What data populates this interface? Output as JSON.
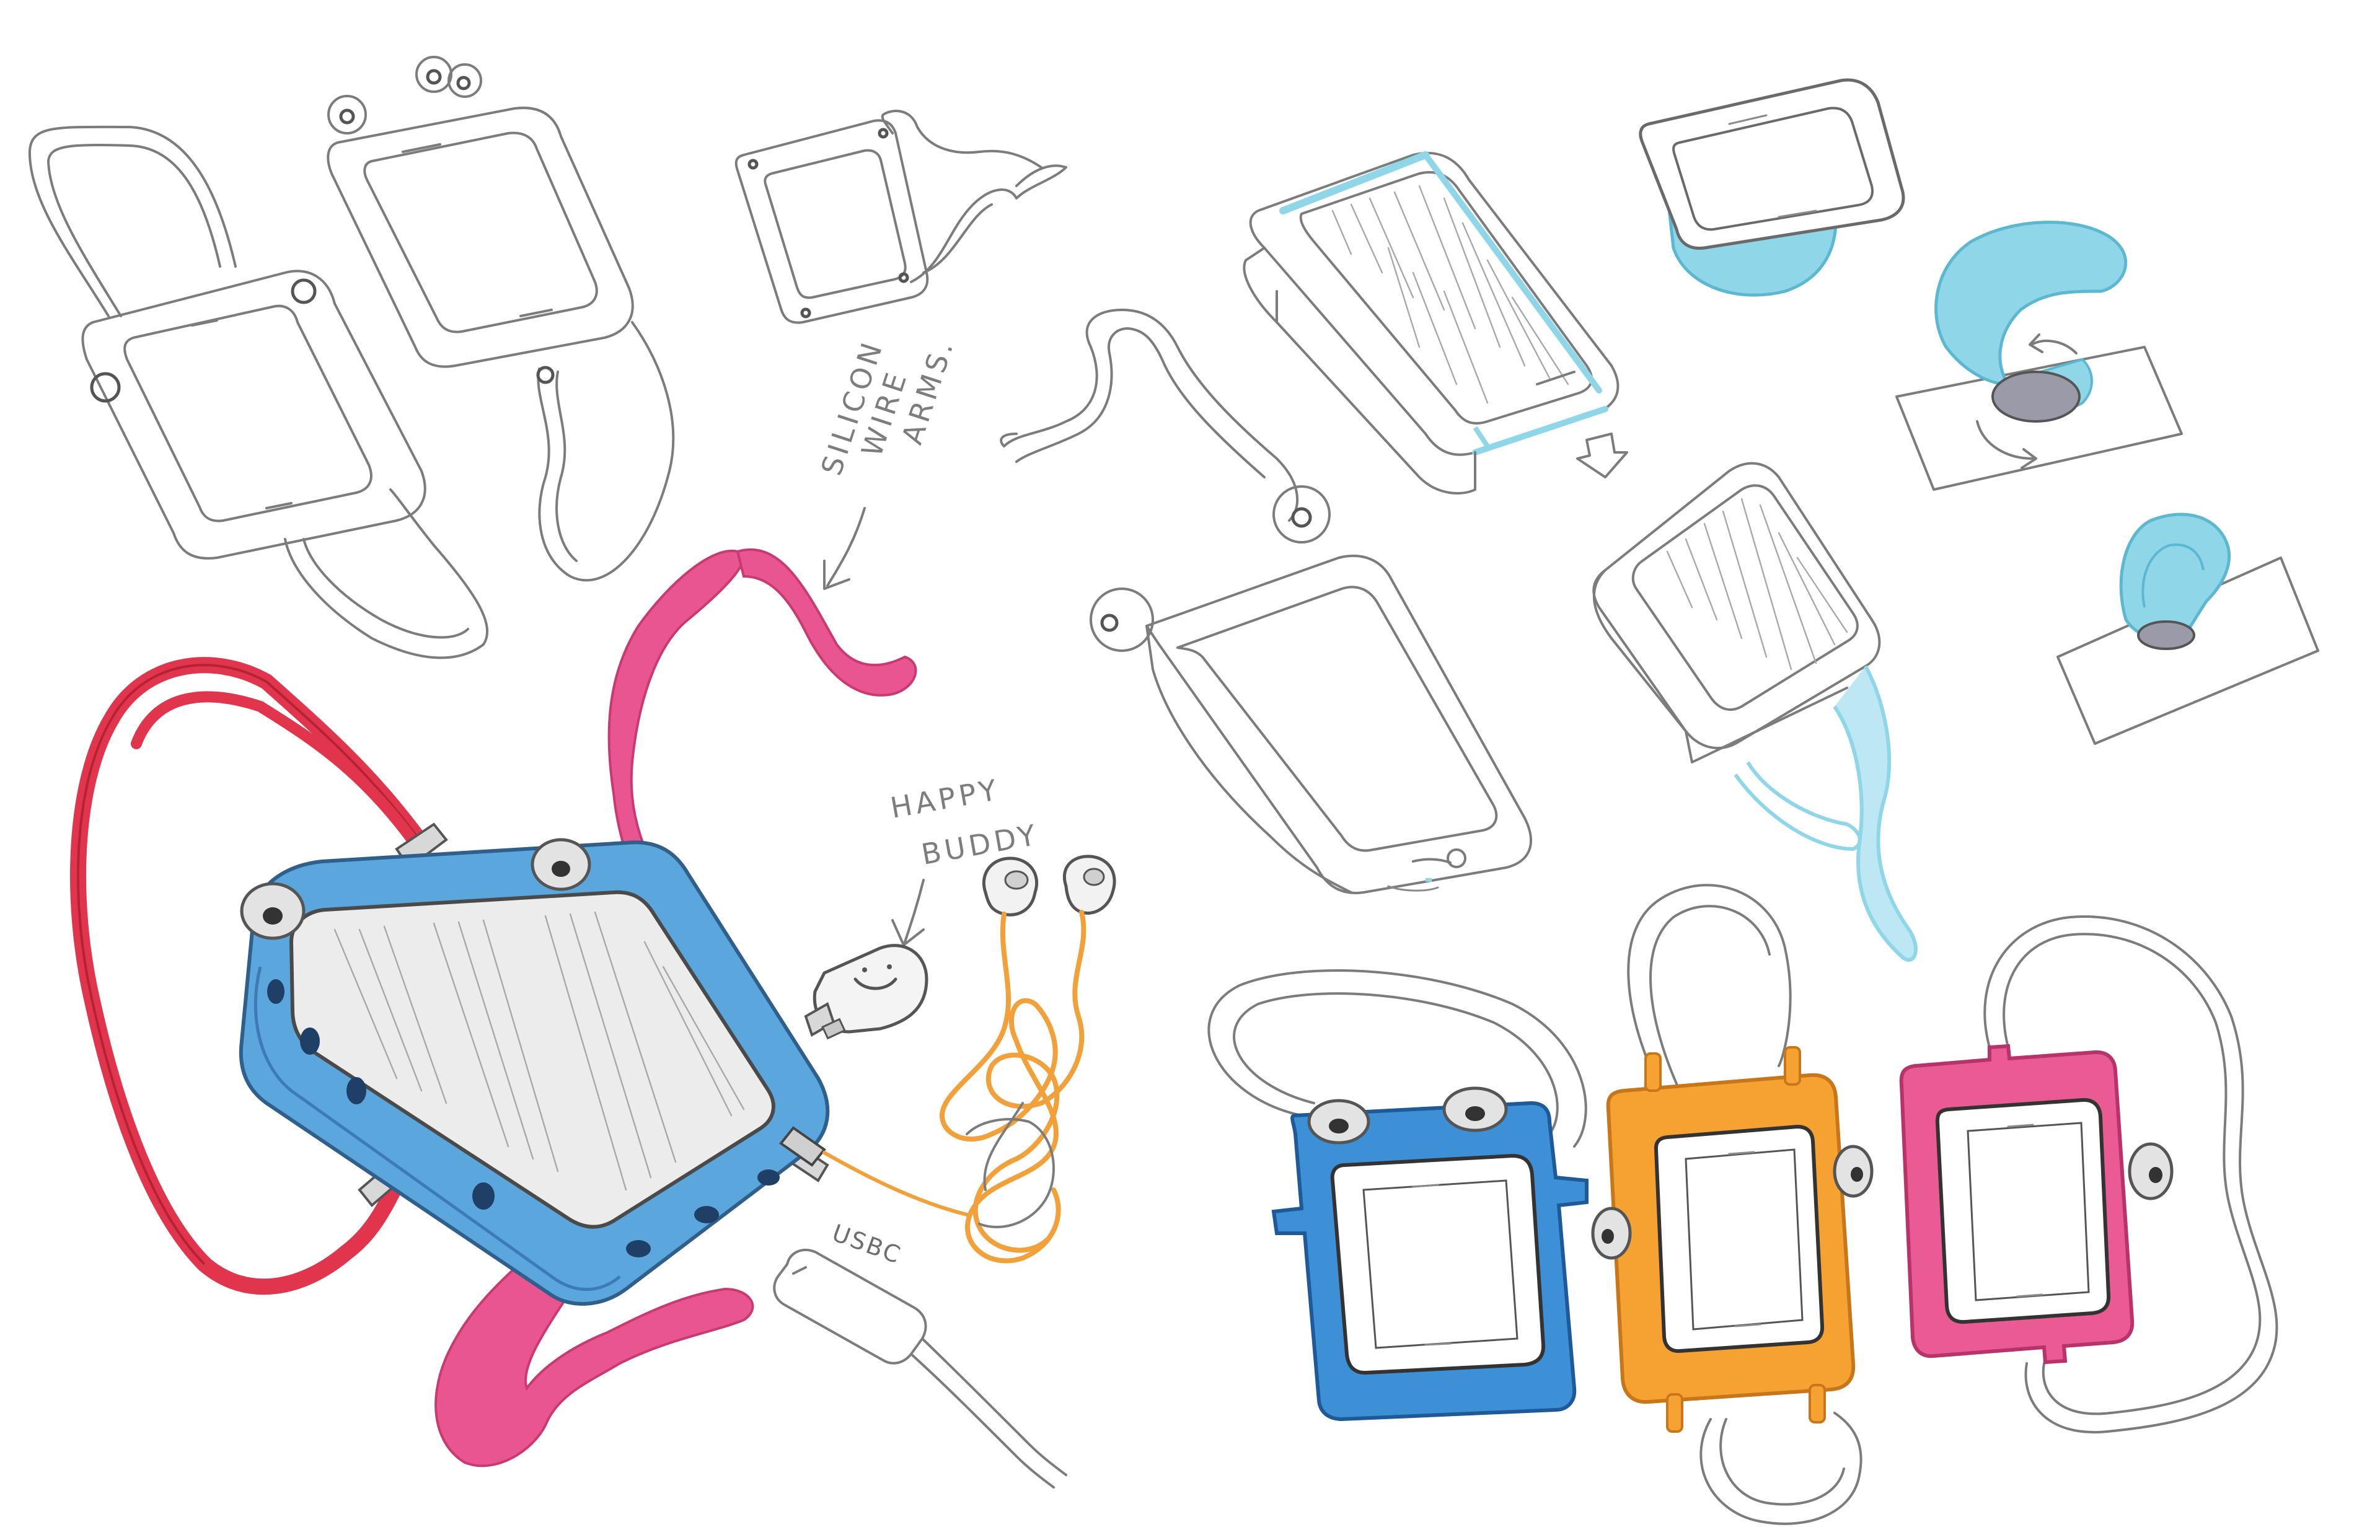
{
  "annotations": {
    "silicon_arms": [
      "SILICON",
      "WIRE",
      "ARMS."
    ],
    "happy_buddy": [
      "HAPPY",
      "BUDDY"
    ],
    "usbc": "USBC"
  },
  "colors": {
    "paper": "#ffffff",
    "pencil": "#7c7c7c",
    "blue_case": "#5ba6dc",
    "red_strap": "#e0354d",
    "pink_strap": "#e8558f",
    "orange_cord": "#f2a03a",
    "light_blue": "#8ed6e8",
    "pink_case": "#ea5a93",
    "orange_case": "#f5a233",
    "blue_frame": "#3d8fd6"
  },
  "icons": {
    "arrow_happy_buddy": "arrow-down-left-icon",
    "arrow_silicon": "arrow-down-left-icon",
    "transform_arrow": "arrow-down-icon",
    "rotate_arrow": "rotate-icon"
  }
}
